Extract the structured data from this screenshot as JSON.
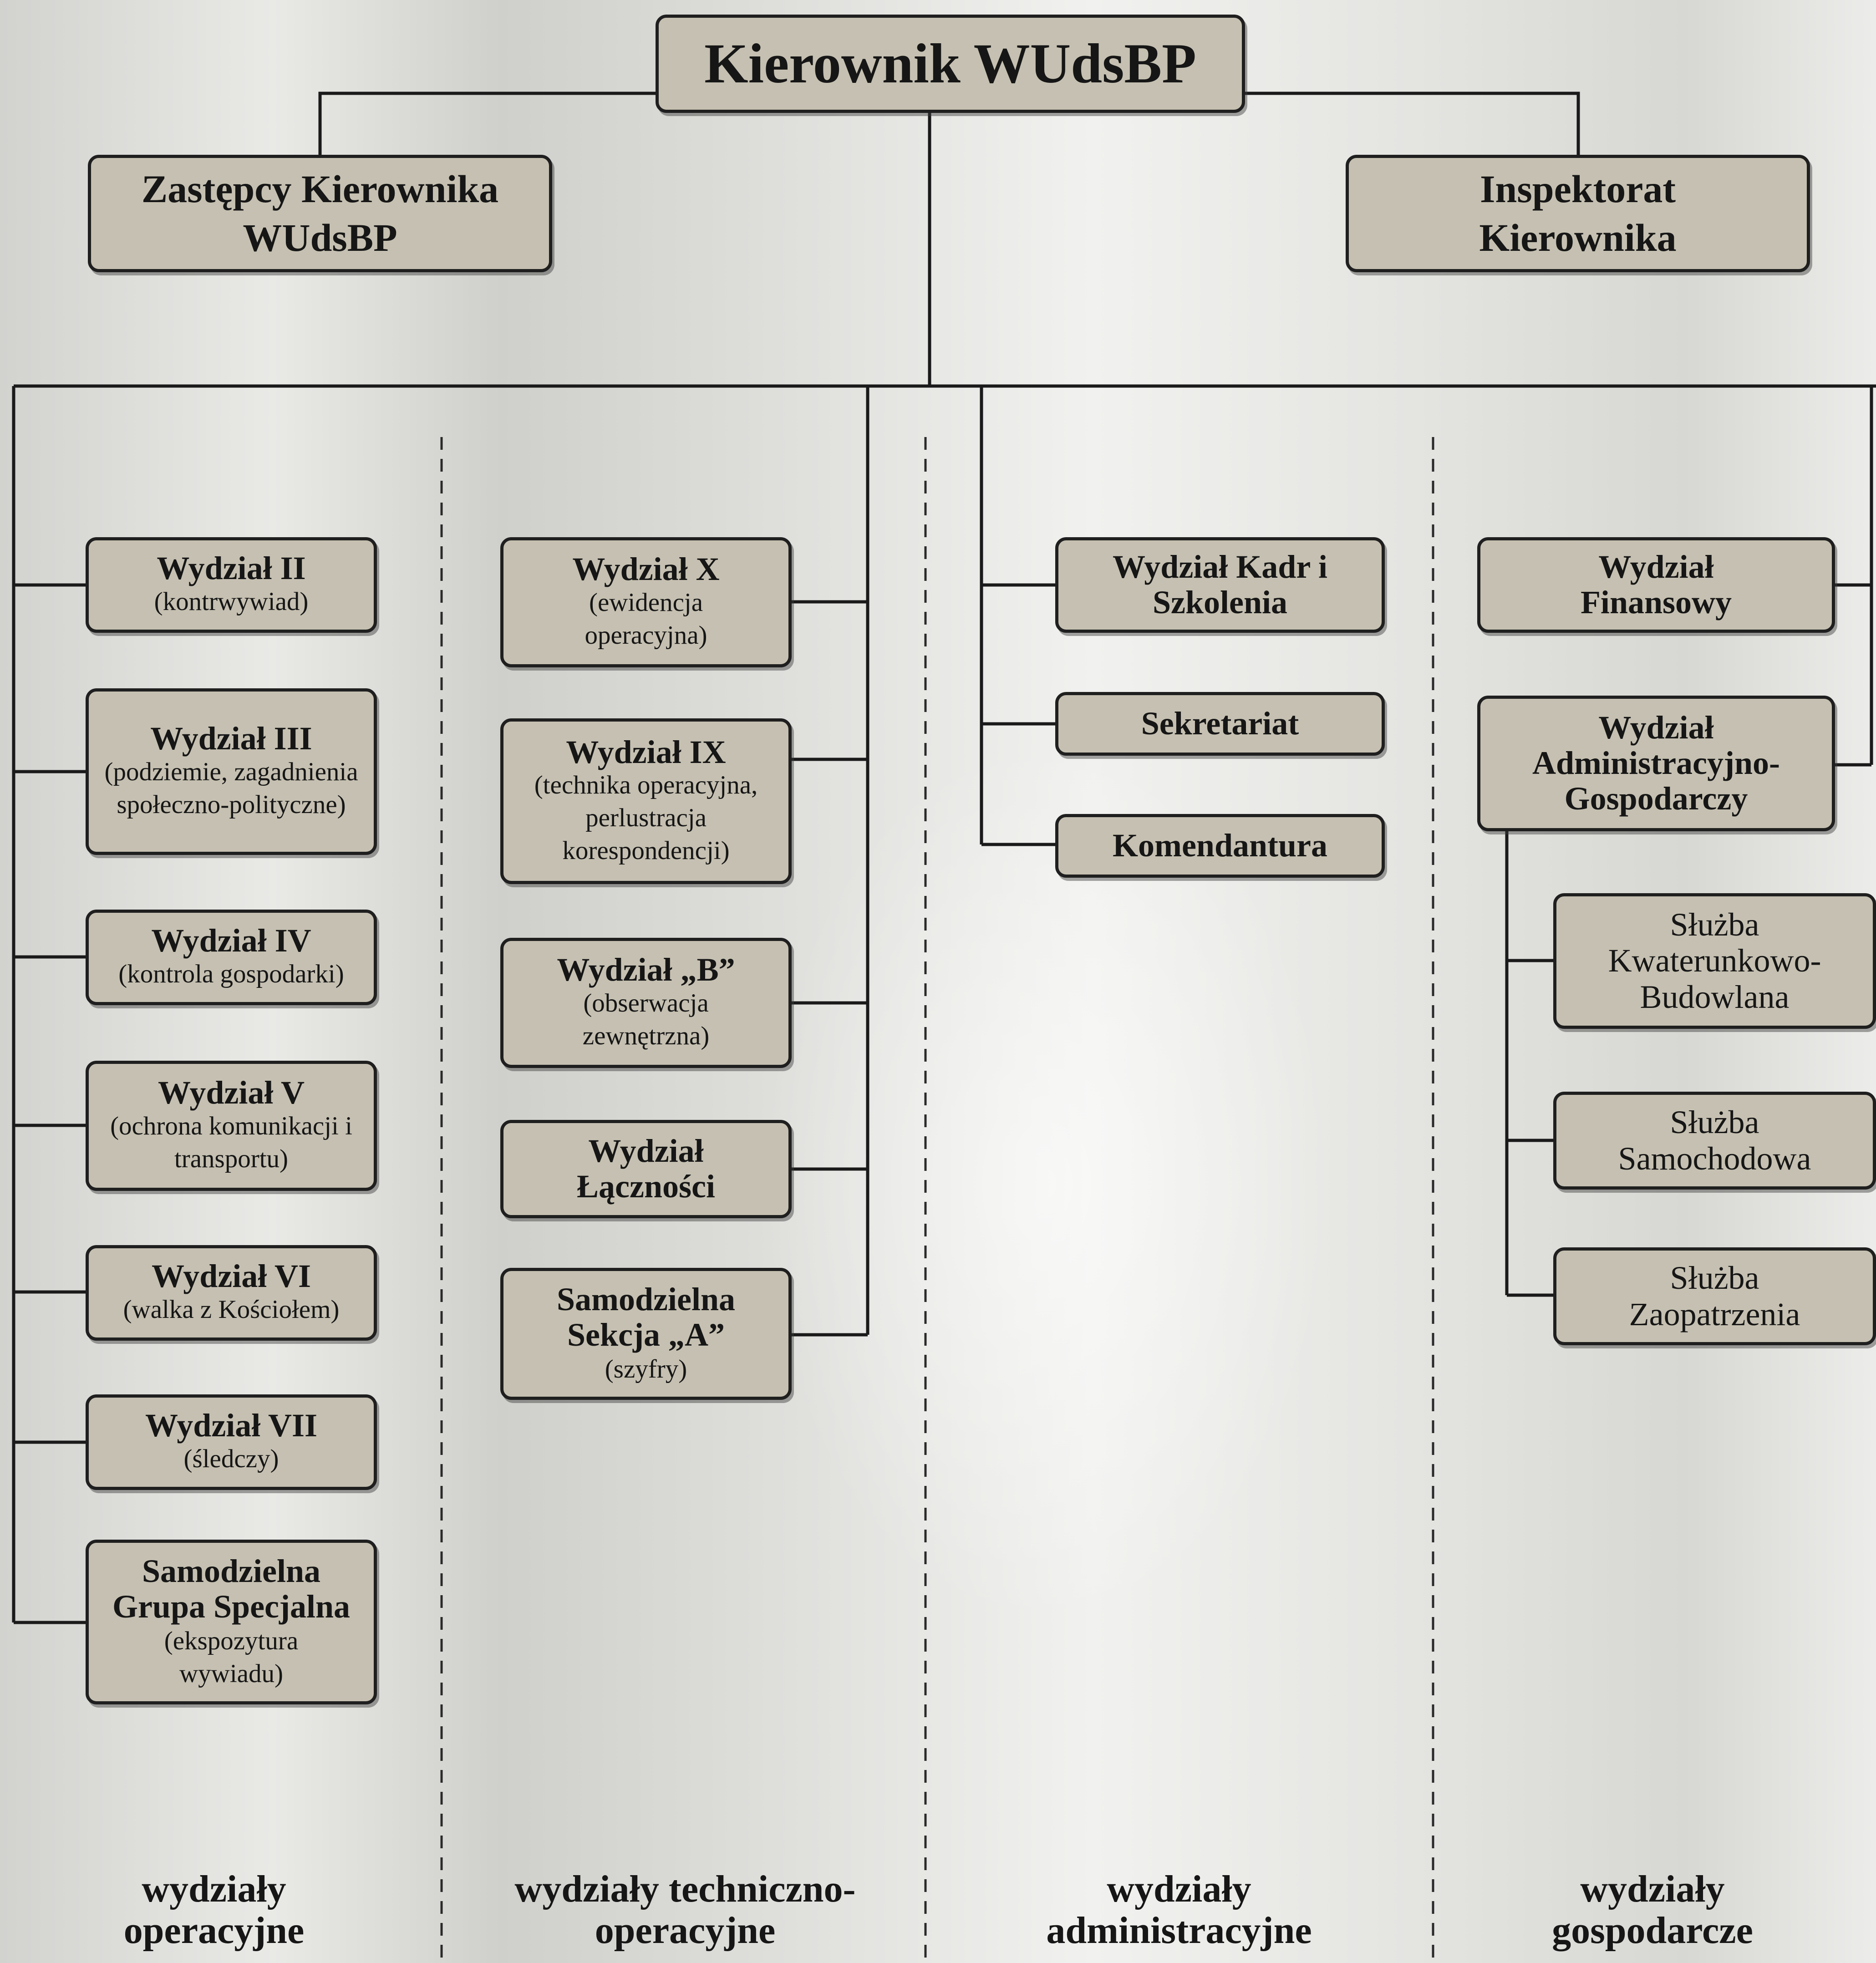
{
  "head": {
    "title": "Kierownik WUdsBP"
  },
  "deputies": {
    "title": "Zastępcy Kierownika WUdsBP"
  },
  "inspectorate": {
    "title": "Inspektorat Kierownika"
  },
  "operational": {
    "category": "wydziały operacyjne",
    "units": [
      {
        "title": "Wydział II",
        "subtitle": "(kontrwywiad)"
      },
      {
        "title": "Wydział III",
        "subtitle": "(podziemie, zagadnienia społeczno-polityczne)"
      },
      {
        "title": "Wydział IV",
        "subtitle": "(kontrola gospodarki)"
      },
      {
        "title": "Wydział V",
        "subtitle": "(ochrona komunikacji i transportu)"
      },
      {
        "title": "Wydział VI",
        "subtitle": "(walka z Kościołem)"
      },
      {
        "title": "Wydział VII",
        "subtitle": "(śledczy)"
      },
      {
        "title": "Samodzielna Grupa Specjalna",
        "subtitle": "(ekspozytura wywiadu)"
      }
    ]
  },
  "technical": {
    "category": "wydziały techniczno-operacyjne",
    "units": [
      {
        "title": "Wydział X",
        "subtitle": "(ewidencja operacyjna)"
      },
      {
        "title": "Wydział IX",
        "subtitle": "(technika operacyjna, perlustracja korespondencji)"
      },
      {
        "title": "Wydział „B”",
        "subtitle": "(obserwacja zewnętrzna)"
      },
      {
        "title": "Wydział Łączności",
        "subtitle": ""
      },
      {
        "title": "Samodzielna Sekcja „A”",
        "subtitle": "(szyfry)"
      }
    ]
  },
  "administrative": {
    "category": "wydziały administracyjne",
    "units": [
      {
        "title": "Wydział Kadr i Szkolenia"
      },
      {
        "title": "Sekretariat"
      },
      {
        "title": "Komendantura"
      }
    ]
  },
  "economic": {
    "category": "wydziały gospodarcze",
    "units": [
      {
        "title": "Wydział Finansowy"
      },
      {
        "title": "Wydział Administracyjno-Gospodarczy"
      }
    ],
    "services": [
      {
        "title": "Służba Kwaterunkowo-Budowlana"
      },
      {
        "title": "Służba Samochodowa"
      },
      {
        "title": "Służba Zaopatrzenia"
      }
    ]
  }
}
